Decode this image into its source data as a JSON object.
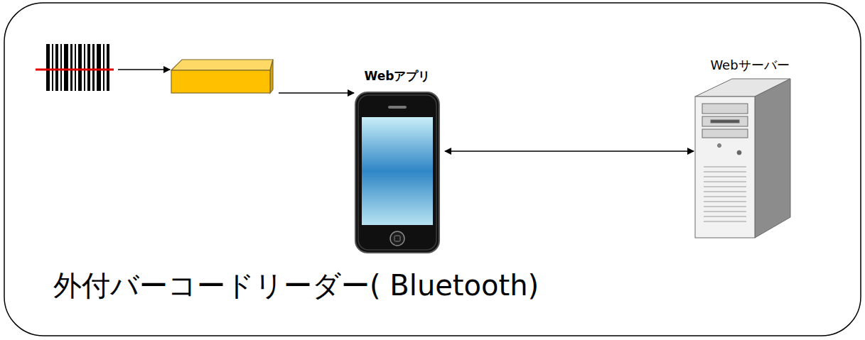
{
  "diagram": {
    "nodes": [
      {
        "text": []
      },
      {
        "text": [
          "外付バーコードリーダー( Bluetooth)"
        ]
      },
      {
        "text": [
          "Webアプリ"
        ]
      },
      {
        "text": [
          "Webサーバー"
        ]
      }
    ],
    "edges": [
      {
        "from": 0,
        "to": 1,
        "arrow": "to"
      },
      {
        "from": 1,
        "to": 2,
        "arrow": "to"
      },
      {
        "from": 2,
        "to": 3,
        "arrow": "both"
      }
    ]
  }
}
